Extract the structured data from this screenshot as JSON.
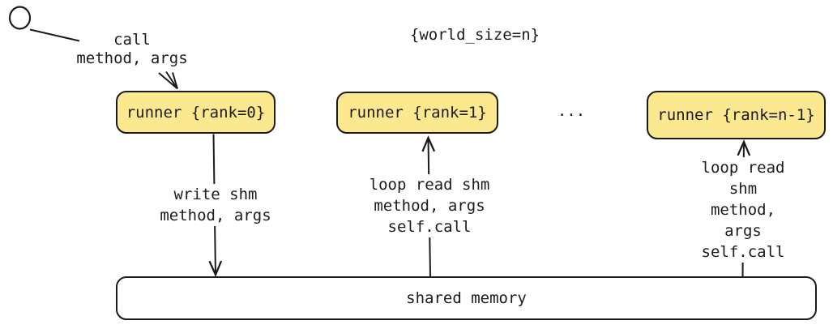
{
  "diagram": {
    "world_size_label": "{world_size=n}",
    "call_label": "call\nmethod, args",
    "runners": [
      {
        "label": "runner {rank=0}"
      },
      {
        "label": "runner {rank=1}"
      },
      {
        "label": "runner {rank=n-1}"
      }
    ],
    "ellipsis": "...",
    "edges": {
      "write_label": "write shm\nmethod, args",
      "read_label_mid": "loop read shm\nmethod, args\nself.call",
      "read_label_right": "loop read shm\nmethod, args\nself.call"
    },
    "shared_memory": {
      "label": "shared memory"
    },
    "colors": {
      "runner_fill": "#FBE88F",
      "stroke": "#1B1B1B",
      "background": "#FFFFFF"
    }
  }
}
